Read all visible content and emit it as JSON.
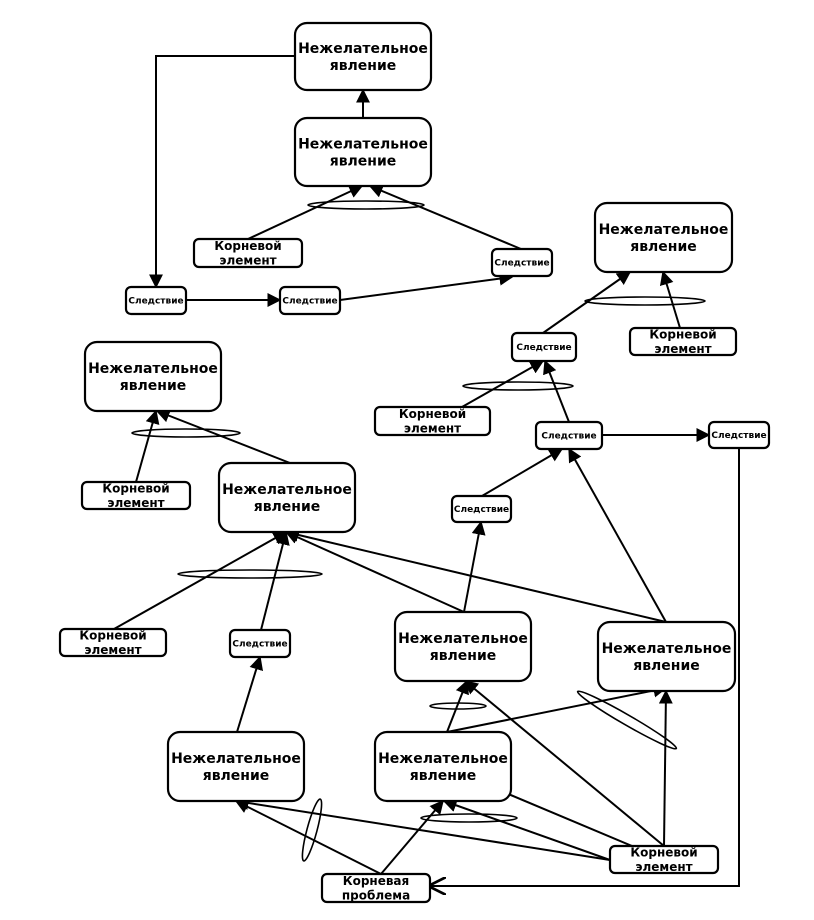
{
  "diagram": {
    "title": "",
    "labels": {
      "undesirable": [
        "Нежелательное",
        "явление"
      ],
      "consequence": [
        "Следствие"
      ],
      "root_element": [
        "Корневой",
        "элемент"
      ],
      "root_problem": [
        "Корневая",
        "проблема"
      ]
    },
    "nodes": [
      {
        "id": "ue1",
        "type": "undesirable"
      },
      {
        "id": "ue2",
        "type": "undesirable"
      },
      {
        "id": "re1",
        "type": "root_element"
      },
      {
        "id": "c1",
        "type": "consequence"
      },
      {
        "id": "c2",
        "type": "consequence"
      },
      {
        "id": "c3",
        "type": "consequence"
      },
      {
        "id": "ue3",
        "type": "undesirable"
      },
      {
        "id": "c4",
        "type": "consequence"
      },
      {
        "id": "re2",
        "type": "root_element"
      },
      {
        "id": "ue4",
        "type": "undesirable"
      },
      {
        "id": "re3",
        "type": "root_element"
      },
      {
        "id": "c5",
        "type": "consequence"
      },
      {
        "id": "c6",
        "type": "consequence"
      },
      {
        "id": "re4",
        "type": "root_element"
      },
      {
        "id": "ue5",
        "type": "undesirable"
      },
      {
        "id": "c7",
        "type": "consequence"
      },
      {
        "id": "re5",
        "type": "root_element"
      },
      {
        "id": "c8",
        "type": "consequence"
      },
      {
        "id": "ue6",
        "type": "undesirable"
      },
      {
        "id": "ue7",
        "type": "undesirable"
      },
      {
        "id": "ue8",
        "type": "undesirable"
      },
      {
        "id": "ue9",
        "type": "undesirable"
      },
      {
        "id": "re6",
        "type": "root_element"
      },
      {
        "id": "rp",
        "type": "root_problem"
      }
    ],
    "edges": [
      {
        "from": "ue2",
        "to": "ue1"
      },
      {
        "from": "re1",
        "to": "ue2",
        "and_group": "a1"
      },
      {
        "from": "c3",
        "to": "ue2",
        "and_group": "a1"
      },
      {
        "from": "ue1",
        "to": "c1",
        "orthogonal": true
      },
      {
        "from": "c1",
        "to": "c2"
      },
      {
        "from": "c2",
        "to": "c3"
      },
      {
        "from": "c4",
        "to": "c3"
      },
      {
        "from": "c4",
        "to": "ue3",
        "and_group": "a2"
      },
      {
        "from": "re2",
        "to": "ue3",
        "and_group": "a2"
      },
      {
        "from": "re3",
        "to": "c4",
        "and_group": "a3"
      },
      {
        "from": "c5",
        "to": "c4",
        "and_group": "a3"
      },
      {
        "from": "c5",
        "to": "c6"
      },
      {
        "from": "re4",
        "to": "ue4",
        "and_group": "a4"
      },
      {
        "from": "ue5",
        "to": "ue4",
        "and_group": "a4"
      },
      {
        "from": "re5",
        "to": "ue5",
        "and_group": "a5"
      },
      {
        "from": "c7",
        "to": "ue5",
        "and_group": "a5"
      },
      {
        "from": "ue7",
        "to": "ue5"
      },
      {
        "from": "ue8",
        "to": "ue5"
      },
      {
        "from": "c8",
        "to": "c5"
      },
      {
        "from": "ue7",
        "to": "c8"
      },
      {
        "from": "ue8",
        "to": "c5"
      },
      {
        "from": "ue6",
        "to": "c7"
      },
      {
        "from": "ue9",
        "to": "ue7",
        "and_group": "a6"
      },
      {
        "from": "re6",
        "to": "ue7",
        "and_group": "a6"
      },
      {
        "from": "ue9",
        "to": "ue8",
        "and_group": "a7"
      },
      {
        "from": "re6",
        "to": "ue8",
        "and_group": "a7"
      },
      {
        "from": "rp",
        "to": "ue6",
        "and_group": "a8"
      },
      {
        "from": "re6",
        "to": "ue6",
        "and_group": "a8"
      },
      {
        "from": "rp",
        "to": "ue9",
        "and_group": "a9"
      },
      {
        "from": "re6",
        "to": "ue9",
        "and_group": "a9"
      },
      {
        "from": "c6",
        "to": "rp",
        "orthogonal": true
      }
    ]
  }
}
